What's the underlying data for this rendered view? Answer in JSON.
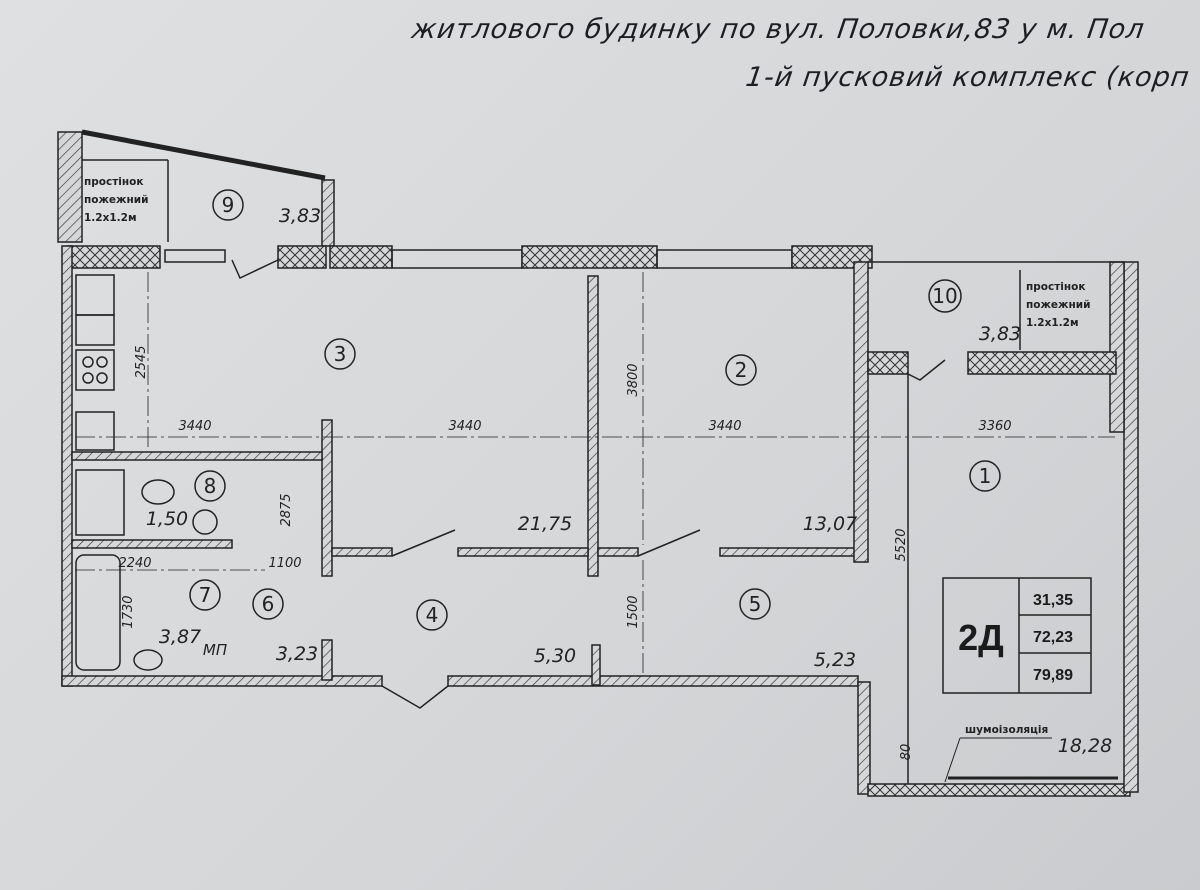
{
  "header": {
    "line1": "житлового будинку по вул. Половки,83 у м. Пол",
    "line2": "1-й пусковий комплекс (корп"
  },
  "rooms": [
    {
      "number": "1",
      "area": "18,28"
    },
    {
      "number": "2",
      "area": "13,07"
    },
    {
      "number": "3",
      "area": "21,75"
    },
    {
      "number": "4",
      "area": "5,30"
    },
    {
      "number": "5",
      "area": "5,23"
    },
    {
      "number": "6",
      "area": "3,23"
    },
    {
      "number": "7",
      "area": "3,87"
    },
    {
      "number": "8",
      "area": "1,50"
    },
    {
      "number": "9",
      "area": "3,83"
    },
    {
      "number": "10",
      "area": "3,83"
    }
  ],
  "dimensions": {
    "d3440a": "3440",
    "d3440b": "3440",
    "d3440c": "3440",
    "d3360": "3360",
    "d2545": "2545",
    "d3800": "3800",
    "d2875": "2875",
    "d2240": "2240",
    "d1100": "1100",
    "d1730": "1730",
    "d1500": "1500",
    "d5520": "5520",
    "d80": "80"
  },
  "notes": {
    "fire_wall_1": "простінок",
    "fire_wall_2": "пожежний",
    "fire_wall_3": "1.2х1.2м",
    "mp": "МП",
    "insulation": "шумоізоляція"
  },
  "apartment_box": {
    "type": "2Д",
    "living_area": "31,35",
    "total_area": "72,23",
    "total_with_balcony": "79,89"
  }
}
